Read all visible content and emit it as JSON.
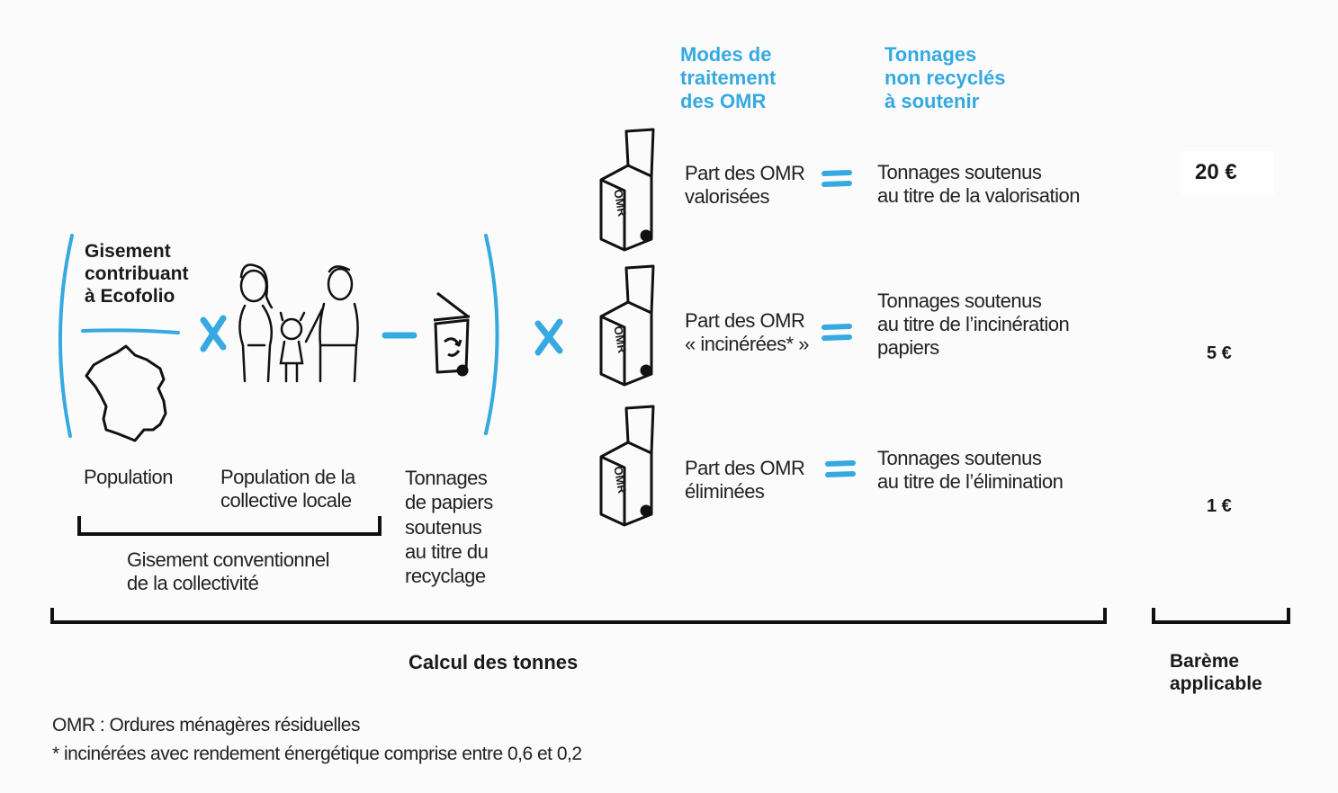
{
  "colors": {
    "accent_blue": "#36a9e1",
    "ink": "#1a1a1a",
    "paper": "#fbfbfb"
  },
  "headers": {
    "modes": "Modes de\ntraitement\ndes OMR",
    "tonnages": "Tonnages\nnon recyclés\nà soutenir"
  },
  "gisement": {
    "title": "Gisement\ncontribuant\nà Ecofolio",
    "population": "Population",
    "population_collective": "Population de la\ncollective locale",
    "tonnages_papiers": "Tonnages\nde papiers\nsoutenus\nau titre du\nrecyclage",
    "conventionnel": "Gisement conventionnel\nde la collectivité"
  },
  "rows": [
    {
      "part": "Part des OMR\nvalorisées",
      "tonnages": "Tonnages soutenus\nau titre de la valorisation",
      "bareme": "20 €",
      "bin_label": "OMR"
    },
    {
      "part": "Part des OMR\n« incinérées* »",
      "tonnages": "Tonnages soutenus\nau titre de l’incinération\npapiers",
      "bareme": "5 €",
      "bin_label": "OMR"
    },
    {
      "part": "Part des OMR\néliminées",
      "tonnages": "Tonnages soutenus\nau titre de l’élimination",
      "bareme": "1 €",
      "bin_label": "OMR"
    }
  ],
  "footer": {
    "calcul": "Calcul des tonnes",
    "bareme": "Barème\napplicable",
    "note_omr": "OMR : Ordures ménagères résiduelles",
    "note_star": "* incinérées avec rendement énergétique comprise entre 0,6 et 0,2"
  },
  "icons": [
    "france-map-icon",
    "family-icon",
    "recycle-bin-icon",
    "omr-bin-icon"
  ]
}
